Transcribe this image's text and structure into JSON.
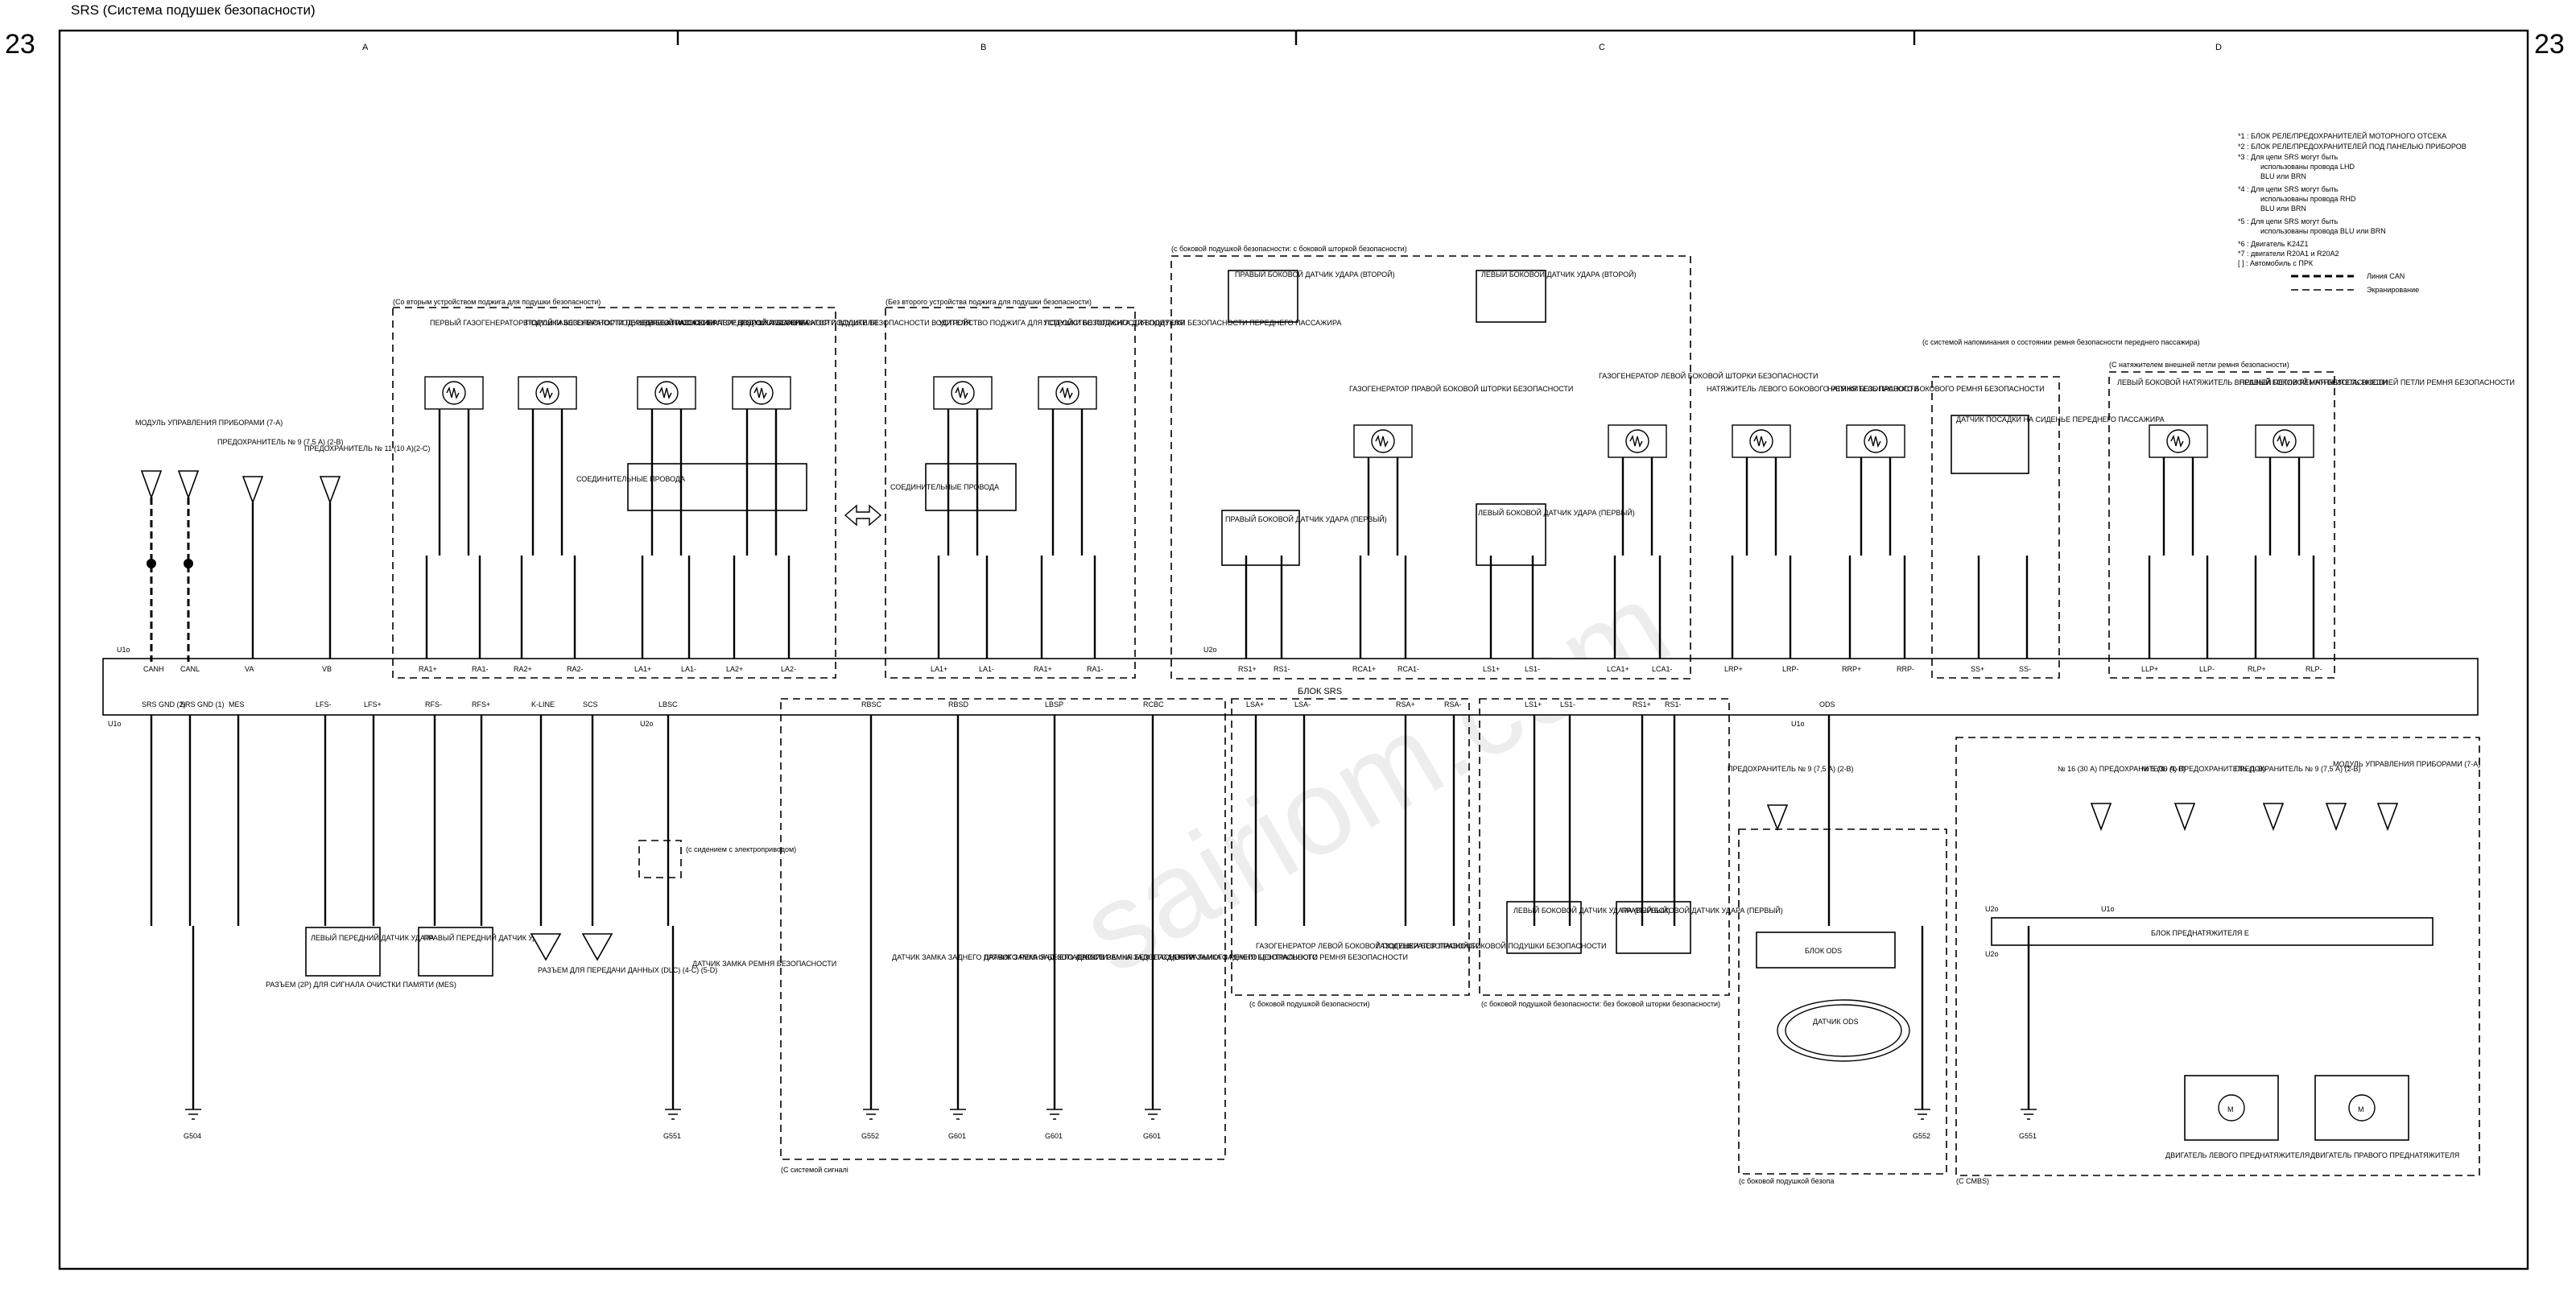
{
  "header": {
    "title": "SRS (Система подушек безопасности)",
    "page_left": "23",
    "page_right": "23"
  },
  "zones": [
    "A",
    "B",
    "C",
    "D"
  ],
  "notes": [
    "*1 : БЛОК РЕЛЕ/ПРЕДОХРАНИТЕЛЕЙ МОТОРНОГО ОТСЕКА",
    "*2 : БЛОК РЕЛЕ/ПРЕДОХРАНИТЕЛЕЙ ПОД ПАНЕЛЬЮ ПРИБОРОВ",
    "*3 : Для цепи SRS могут быть",
    "использованы провода LHD",
    "BLU или BRN",
    "*4 : Для цепи SRS могут быть",
    "использованы провода RHD",
    "BLU или BRN",
    "*5 : Для цепи SRS могут быть",
    "использованы провода BLU или BRN",
    "*6 : Двигатель K24Z1",
    "*7 : двигатели R20A1 и R20A2",
    "[ ] : Автомобиль с ПРК"
  ],
  "legend": {
    "can": "Линия CAN",
    "shield": "Экранирование"
  },
  "unit_label": "БЛОК SRS",
  "unit_top_pins": [
    "CANH",
    "CANL",
    "VA",
    "VB",
    "RA1+",
    "RA1-",
    "RA2+",
    "RA2-",
    "LA1+",
    "LA1-",
    "LA2+",
    "LA2-",
    "LA1+",
    "LA1-",
    "RA1+",
    "RA1-",
    "RS1+",
    "RS1-",
    "RCA1+",
    "RCA1-",
    "LS1+",
    "LS1-",
    "LCA1+",
    "LCA1-",
    "LRP+",
    "LRP-",
    "RRP+",
    "RRP-",
    "SS+",
    "SS-",
    "LLP+",
    "LLP-",
    "RLP+",
    "RLP-"
  ],
  "unit_bottom_pins": [
    "SRS GND (2)",
    "SRS GND (1)",
    "MES",
    "LFS-",
    "LFS+",
    "RFS-",
    "RFS+",
    "K-LINE",
    "SCS",
    "LBSC",
    "RBSC",
    "RBSD",
    "LBSP",
    "RCBC",
    "LSA+",
    "LSA-",
    "RSA+",
    "RSA-",
    "LS1+",
    "LS1-",
    "RS1+",
    "RS1-",
    "ODS"
  ],
  "connectors": [
    "U1o",
    "U2o",
    "U1o",
    "U2o",
    "U2o",
    "U1o",
    "U2o",
    "U1o"
  ],
  "groups": {
    "g1": "(Со вторым устройством поджига для подушки безопасности)",
    "g2": "(Без второго устройства поджига для подушки безопасности)",
    "g3": "(с боковой подушкой безопасности: с боковой шторкой безопасности)",
    "g4": "(с системой напоминания о состоянии ремня безопасности переднего пассажира)",
    "g5": "(С натяжителем внешней петли ремня безопасности)",
    "g6": "(С системой сигналi",
    "g7": "(с боковой подушкой безопасности)",
    "g8": "(с боковой подушкой безопасности: без боковой шторки безопасности)",
    "g9": "(с боковой подушкой безопа",
    "g10": "(С CMBS)",
    "g11": "(с сидением с электроприводом)"
  },
  "components": {
    "instrument_module": "МОДУЛЬ УПРАВЛЕНИЯ ПРИБОРАМИ (7-A)",
    "fuse9": "ПРЕДОХРАНИТЕЛЬ № 9 (7,5 А) (2-B)",
    "fuse11": "ПРЕДОХРАНИТЕЛЬ № 11 (10 А)(2-C)",
    "gen_pass_first": "ПЕРВЫЙ ГАЗОГЕНЕРАТОР ПОДУШКИ БЕЗОПАСНОСТИ ПЕРЕДНЕГО ПАССАЖИРА",
    "gen_pass_second": "ВТОРОЙ ГАЗОГЕНЕРАТОР ПОДУШКИ БЕЗОПАСНОСТИ ПЕРЕДНЕГО ПАССАЖИРА",
    "gen_drv_first": "ПЕРВЫЙ ГАЗОГЕНЕРАТОР ПОДУШКИ БЕЗОПАСНОСТИ ВОДИТЕЛЯ",
    "gen_drv_second": "ВТОРОЙ ГАЗОГЕНЕРАТОР ПОДУШКИ БЕЗОПАСНОСТИ ВОДИТЕЛЯ",
    "coil": "СОЕДИНИТЕЛЬНЫЕ ПРОВОДА",
    "ign_drv": "УСТРОЙСТВО ПОДЖИГА ДЛЯ ПОДУШКИ БЕЗОПАСНОСТИ ВОДИТЕЛЯ",
    "ign_pass": "УСТРОЙСТВО ПОДЖИГА ДЛЯ ПОДУШКИ БЕЗОПАСНОСТИ ПЕРЕДНЕГО ПАССАЖИРА",
    "r_side_second": "ПРАВЫЙ БОКОВОЙ ДАТЧИК УДАРА (ВТОРОЙ)",
    "r_side_first": "ПРАВЫЙ БОКОВОЙ ДАТЧИК УДАРА (ПЕРВЫЙ)",
    "r_curtain": "ГАЗОГЕНЕРАТОР ПРАВОЙ БОКОВОЙ ШТОРКИ БЕЗОПАСНОСТИ",
    "l_side_second": "ЛЕВЫЙ БОКОВОЙ ДАТЧИК УДАРА (ВТОРОЙ)",
    "l_side_first": "ЛЕВЫЙ БОКОВОЙ ДАТЧИК УДАРА (ПЕРВЫЙ)",
    "l_curtain": "ГАЗОГЕНЕРАТОР ЛЕВОЙ БОКОВОЙ ШТОРКИ БЕЗОПАСНОСТИ",
    "l_pretensioner": "НАТЯЖИТЕЛЬ ЛЕВОГО БОКОВОГО РЕМНЯ БЕЗОПАСНОСТИ",
    "r_pretensioner": "НАТЯЖИТЕЛЬ ПРАВОГО БОКОВОГО РЕМНЯ БЕЗОПАСНОСТИ",
    "seat_sensor": "ДАТЧИК ПОСАДКИ НА СИДЕНЬЕ ПЕРЕДНЕГО ПАССАЖИРА",
    "l_lap": "ЛЕВЫЙ БОКОВОЙ НАТЯЖИТЕЛЬ ВНЕШНЕЙ ПЕТЛИ РЕМНЯ БЕЗОПАСНОСТИ",
    "r_lap": "ПРАВЫЙ БОКОВОЙ НАТЯЖИТЕЛЬ ВНЕШНЕЙ ПЕТЛИ РЕМНЯ БЕЗОПАСНОСТИ",
    "l_front_sensor": "ЛЕВЫЙ ПЕРЕДНИЙ ДАТЧИК УДАРА",
    "r_front_sensor": "ПРАВЫЙ ПЕРЕДНИЙ ДАТЧИК УДАРА",
    "mem_clear": "РАЗЪЕМ (2P) ДЛЯ СИГНАЛА ОЧИСТКИ ПАМЯТИ (MES)",
    "dlc": "РАЗЪЕМ ДЛЯ ПЕРЕДАЧИ ДАННЫХ (DLC) (4-C) (5-D)",
    "buckle_drv": "ДАТЧИК ЗАМКА РЕМНЯ БЕЗОПАСНОСТИ",
    "buckle_rr": "ДАТЧИК ЗАМКА ЗАДНЕГО ПРАВОГО РЕМНЯ БЕЗОПАСНОСТИ",
    "buckle_rl": "ДАТЧИК ЗАМКА ЗАДНЕГО ЛЕВОГО РЕМНЯ БЕЗОПАСНОСТИ",
    "buckle_rc": "ДАТЧИК ЗАМКА ЗАДНЕГО ЦЕНТРАЛЬНОГО РЕМНЯ БЕЗОПАСНОСТИ",
    "l_side_gen": "ГАЗОГЕНЕРАТОР ЛЕВОЙ БОКОВОЙ ПОДУШКИ БЕЗОПАСНОСТИ",
    "r_side_gen": "ГАЗОГЕНЕРАТОР ПРАВОЙ БОКОВОЙ ПОДУШКИ БЕЗОПАСНОСТИ",
    "l_side_first_b": "ЛЕВЫЙ БОКОВОЙ ДАТЧИК УДАРА (ПЕРВЫЙ)",
    "r_side_first_b": "ПРАВЫЙ БОКОВОЙ ДАТЧИК УДАРА (ПЕРВЫЙ)",
    "ods_unit": "БЛОК ODS",
    "ods_sensor": "ДАТЧИК ODS",
    "fuse9b": "ПРЕДОХРАНИТЕЛЬ № 9 (7,5 А) (2-B)",
    "fuse16": "№ 16 (30 А) ПРЕДОХРАНИТЕЛЬ (1-B)",
    "fuse5": "№ 5 (30 А) ПРЕДОХРАНИТЕЛЬ (1-B)",
    "fuse9c": "ПРЕДОХРАНИТЕЛЬ № 9 (7,5 А) (2-B)",
    "instrument_module_b": "МОДУЛЬ УПРАВЛЕНИЯ ПРИБОРАМИ (7-A)",
    "pretensioner_unit": "БЛОК ПРЕДНАТЯЖИТЕЛЯ Е",
    "l_motor": "ДВИГАТЕЛЬ ЛЕВОГО ПРЕДНАТЯЖИТЕЛЯ",
    "r_motor": "ДВИГАТЕЛЬ ПРАВОГО ПРЕДНАТЯЖИТЕЛЯ"
  },
  "grounds": [
    "G504",
    "G551",
    "G552",
    "G601",
    "G601",
    "G601",
    "G552",
    "G551"
  ],
  "watermark": "sairiom.com"
}
